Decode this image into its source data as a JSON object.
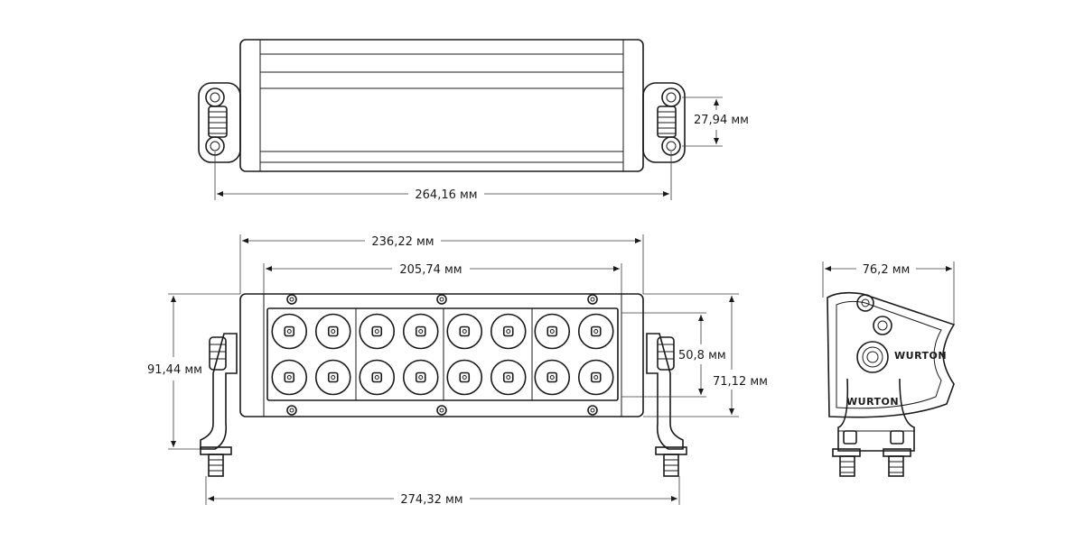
{
  "dimensions": {
    "top_width": "264,16 мм",
    "top_height": "27,94 мм",
    "outer_width": "236,22 мм",
    "lens_width": "205,74 мм",
    "mount_width": "274,32 мм",
    "total_height": "91,44 мм",
    "lens_height": "50,8 мм",
    "body_height": "71,12 мм",
    "side_depth": "76,2 мм"
  },
  "brand": {
    "upper": "WURTON",
    "lower": "WURTON"
  },
  "leds": {
    "columns": 8,
    "rows": 2,
    "groups": 4
  }
}
